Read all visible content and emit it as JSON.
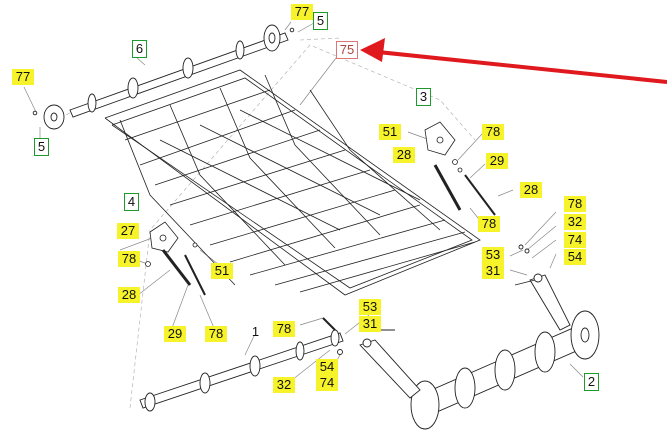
{
  "diagram": {
    "labels": {
      "n77a": "77",
      "n5a": "5",
      "n6": "6",
      "n75": "75",
      "n77b": "77",
      "n5b": "5",
      "n3": "3",
      "n51a": "51",
      "n78a": "78",
      "n28a": "28",
      "n29a": "29",
      "n28b": "28",
      "n78b": "78",
      "n4": "4",
      "n27": "27",
      "n78c": "78",
      "n51b": "51",
      "n28c": "28",
      "n29b": "29",
      "n78d": "78",
      "n78e": "78",
      "n32a": "32",
      "n74a": "74",
      "n54a": "54",
      "n53a": "53",
      "n31a": "31",
      "n53b": "53",
      "n31b": "31",
      "n78f": "78",
      "n1": "1",
      "n54b": "54",
      "n74b": "74",
      "n32b": "32",
      "n2": "2"
    },
    "colors": {
      "label_yellow": "#f7f32b",
      "assembly_green": "#1c9a2b",
      "highlight_red": "#e0191e",
      "line": "#222222"
    }
  }
}
